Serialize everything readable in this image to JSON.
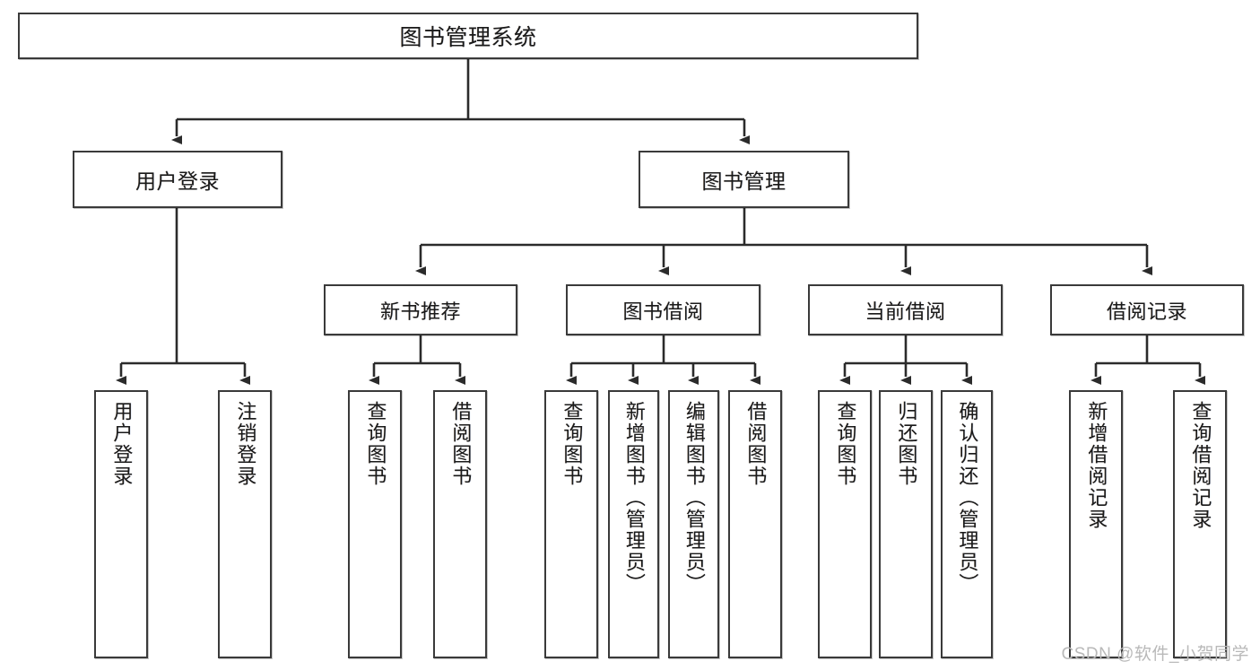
{
  "diagram": {
    "title": "图书管理系统",
    "type": "hierarchy-tree",
    "root": {
      "label": "图书管理系统"
    },
    "level2": [
      {
        "label": "用户登录"
      },
      {
        "label": "图书管理"
      }
    ],
    "level3": [
      {
        "label": "新书推荐"
      },
      {
        "label": "图书借阅"
      },
      {
        "label": "当前借阅"
      },
      {
        "label": "借阅记录"
      }
    ],
    "leaves": {
      "user_login": [
        {
          "label": "用户登录"
        },
        {
          "label": "注销登录"
        }
      ],
      "new_book_recommend": [
        {
          "label": "查询图书"
        },
        {
          "label": "借阅图书"
        }
      ],
      "book_borrow": [
        {
          "label": "查询图书"
        },
        {
          "label": "新增图书（管理员）"
        },
        {
          "label": "编辑图书（管理员）"
        },
        {
          "label": "借阅图书"
        }
      ],
      "current_borrow": [
        {
          "label": "查询图书"
        },
        {
          "label": "归还图书"
        },
        {
          "label": "确认归还（管理员）"
        }
      ],
      "borrow_record": [
        {
          "label": "新增借阅记录"
        },
        {
          "label": "查询借阅记录"
        }
      ]
    }
  },
  "watermark": {
    "text": "CSDN @软件_小贺同学"
  },
  "colors": {
    "background": "#ffffff",
    "box_border": "#3a3a3a",
    "line": "#2b2b2b",
    "text": "#1a1a1a",
    "watermark": "#b9b9b9"
  }
}
